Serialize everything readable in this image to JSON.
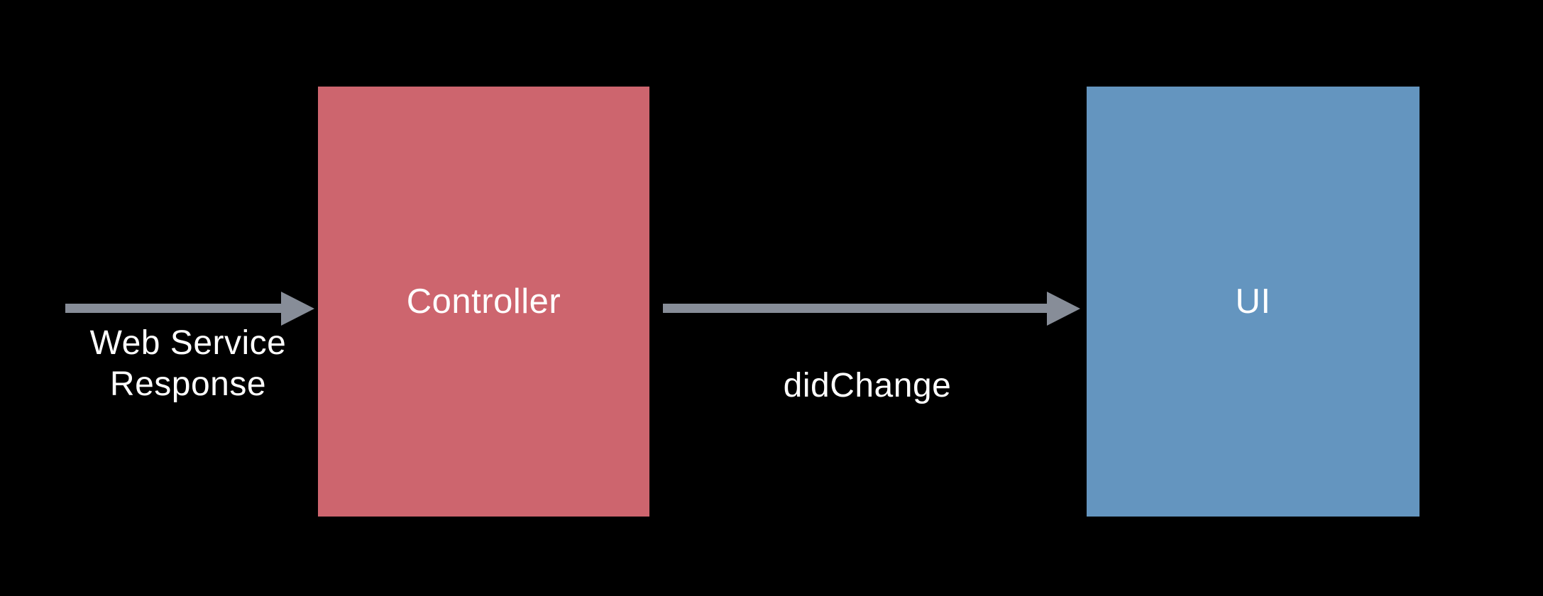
{
  "colors": {
    "background": "#000000",
    "controller_box": "#cd656e",
    "ui_box": "#6495bf",
    "arrow": "#878d98",
    "text": "#ffffff"
  },
  "nodes": {
    "controller": {
      "label": "Controller"
    },
    "ui": {
      "label": "UI"
    }
  },
  "edges": {
    "web_service_response": {
      "label_line1": "Web Service",
      "label_line2": "Response"
    },
    "did_change": {
      "label": "didChange"
    }
  }
}
